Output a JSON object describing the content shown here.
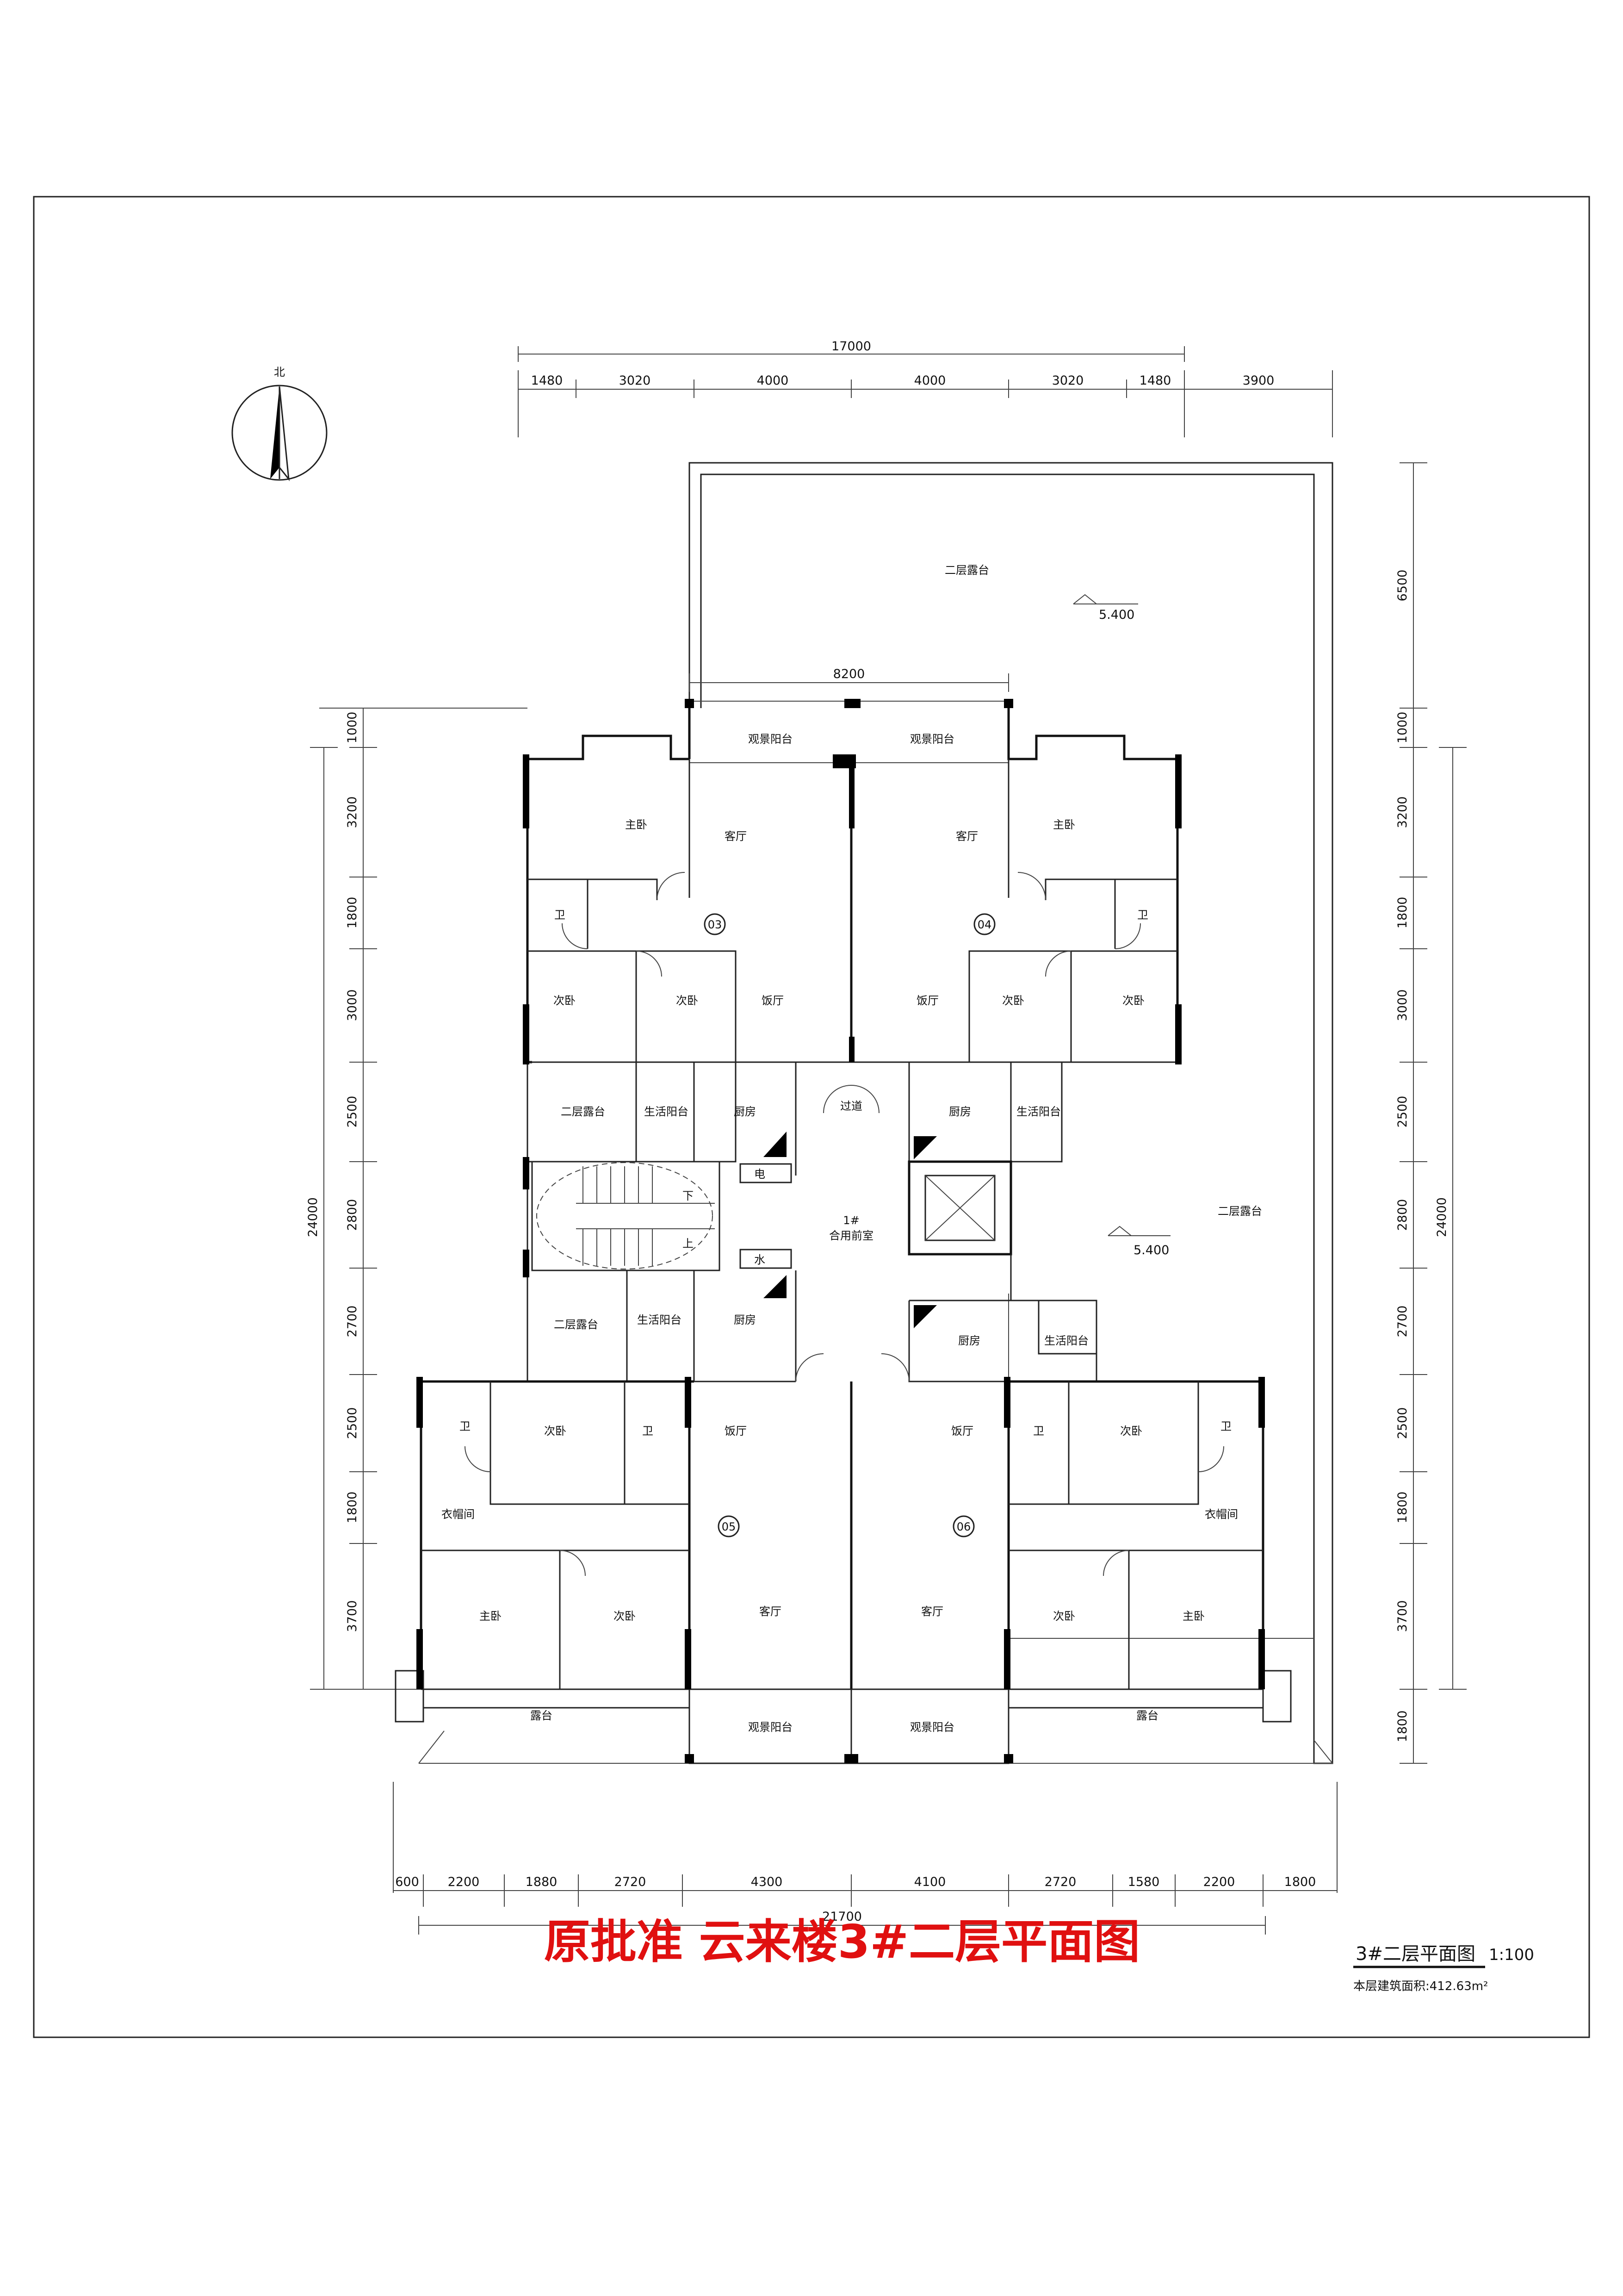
{
  "title": "原批准 云来楼3#二层平面图",
  "scale_label": {
    "name": "3#二层平面图",
    "scale": "1:100"
  },
  "area_note": "本层建筑面积:412.63m²",
  "north_label": "北",
  "units": {
    "u03": "03",
    "u04": "04",
    "u05": "05",
    "u06": "06"
  },
  "levels": {
    "top": "5.400",
    "right": "5.400"
  },
  "hall": {
    "name": "1#",
    "sub": "合用前室"
  },
  "stair": {
    "down": "下",
    "up": "上"
  },
  "rooms": {
    "terrace": "二层露台",
    "view_balcony": "观景阳台",
    "living": "客厅",
    "master": "主卧",
    "second": "次卧",
    "bath": "卫",
    "dining": "饭厅",
    "kitchen": "厨房",
    "service_balcony": "生活阳台",
    "corridor": "过道",
    "elec": "电",
    "water": "水",
    "closet": "衣帽间",
    "deck": "露台"
  },
  "dims": {
    "top_total": "17000",
    "top_segments": [
      "1480",
      "3020",
      "4000",
      "4000",
      "3020",
      "1480",
      "3900"
    ],
    "terrace_width": "8200",
    "right_segments": [
      "6500",
      "1000",
      "3200",
      "1800",
      "3000",
      "2500",
      "2800",
      "2700",
      "2500",
      "1800",
      "3700",
      "1800"
    ],
    "right_total": "24000",
    "left_segments": [
      "1000",
      "3200",
      "1800",
      "3000",
      "2500",
      "2800",
      "2700",
      "2500",
      "1800",
      "3700"
    ],
    "left_total": "24000",
    "bottom_segments": [
      "600",
      "2200",
      "1880",
      "2720",
      "4300",
      "4100",
      "2720",
      "1580",
      "2200",
      "1800"
    ],
    "bottom_total": "21700"
  }
}
